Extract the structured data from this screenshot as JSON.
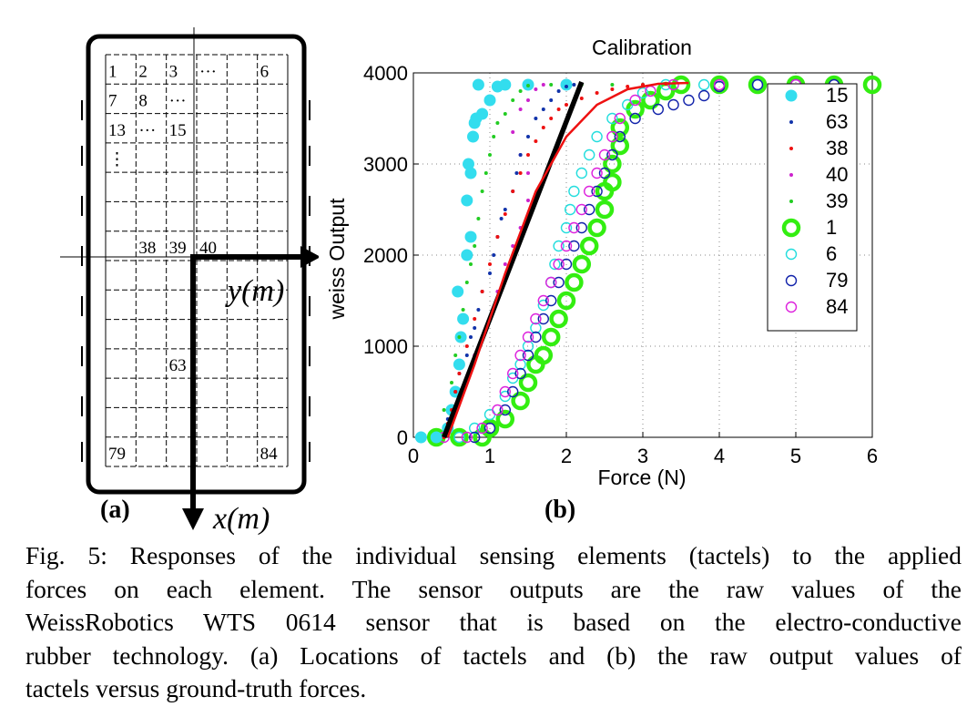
{
  "figure_a": {
    "panel_label": "(a)",
    "tactel_labels": [
      {
        "row": 0,
        "col": 0,
        "text": "1"
      },
      {
        "row": 0,
        "col": 1,
        "text": "2"
      },
      {
        "row": 0,
        "col": 2,
        "text": "3"
      },
      {
        "row": 0,
        "col": 3,
        "text": "···"
      },
      {
        "row": 0,
        "col": 5,
        "text": "6"
      },
      {
        "row": 1,
        "col": 0,
        "text": "7"
      },
      {
        "row": 1,
        "col": 1,
        "text": "8"
      },
      {
        "row": 1,
        "col": 2,
        "text": "···"
      },
      {
        "row": 2,
        "col": 0,
        "text": "13"
      },
      {
        "row": 2,
        "col": 1,
        "text": "···"
      },
      {
        "row": 2,
        "col": 2,
        "text": "15"
      },
      {
        "row": 3,
        "col": 0,
        "text": "⋮"
      },
      {
        "row": 6,
        "col": 1,
        "text": "38"
      },
      {
        "row": 6,
        "col": 2,
        "text": "39"
      },
      {
        "row": 6,
        "col": 3,
        "text": "40"
      },
      {
        "row": 10,
        "col": 2,
        "text": "63"
      },
      {
        "row": 13,
        "col": 0,
        "text": "79"
      },
      {
        "row": 13,
        "col": 5,
        "text": "84"
      }
    ],
    "y_axis_label": "y(m)",
    "x_axis_label": "x(m)"
  },
  "figure_b": {
    "panel_label": "(b)"
  },
  "chart_data": {
    "type": "scatter",
    "title": "Calibration",
    "xlabel": "Force (N)",
    "ylabel": "weiss Output",
    "xlim": [
      0,
      6
    ],
    "ylim": [
      0,
      4000
    ],
    "xticks": [
      0,
      1,
      2,
      3,
      4,
      5,
      6
    ],
    "yticks": [
      0,
      1000,
      2000,
      3000,
      4000
    ],
    "grid": "dotted",
    "legend_position": "top-right",
    "series": [
      {
        "name": "15",
        "color": "#33ddee",
        "marker": "filled-circle-large",
        "points": [
          [
            0.1,
            0
          ],
          [
            0.3,
            0
          ],
          [
            0.45,
            100
          ],
          [
            0.5,
            300
          ],
          [
            0.55,
            500
          ],
          [
            0.6,
            800
          ],
          [
            0.62,
            1100
          ],
          [
            0.65,
            1300
          ],
          [
            0.58,
            1600
          ],
          [
            0.7,
            2000
          ],
          [
            0.75,
            2200
          ],
          [
            0.7,
            2600
          ],
          [
            0.72,
            3000
          ],
          [
            0.75,
            2900
          ],
          [
            0.78,
            3300
          ],
          [
            0.8,
            3450
          ],
          [
            0.82,
            3500
          ],
          [
            0.9,
            3550
          ],
          [
            1.0,
            3700
          ],
          [
            1.1,
            3850
          ],
          [
            0.85,
            3870
          ],
          [
            1.2,
            3870
          ],
          [
            1.5,
            3870
          ],
          [
            2.0,
            3870
          ]
        ]
      },
      {
        "name": "63",
        "color": "#1133aa",
        "marker": "dot",
        "points": [
          [
            0.45,
            200
          ],
          [
            0.55,
            500
          ],
          [
            0.6,
            700
          ],
          [
            0.7,
            900
          ],
          [
            0.75,
            1100
          ],
          [
            0.8,
            1200
          ],
          [
            0.85,
            1400
          ],
          [
            0.9,
            1600
          ],
          [
            1.0,
            1800
          ],
          [
            1.05,
            2000
          ],
          [
            1.1,
            2200
          ],
          [
            1.15,
            2400
          ],
          [
            1.2,
            2500
          ],
          [
            1.3,
            2700
          ],
          [
            1.35,
            2900
          ],
          [
            1.4,
            3100
          ],
          [
            1.5,
            3300
          ],
          [
            1.6,
            3500
          ],
          [
            1.7,
            3600
          ],
          [
            1.8,
            3700
          ],
          [
            1.9,
            3800
          ],
          [
            2.0,
            3850
          ],
          [
            2.1,
            3870
          ]
        ]
      },
      {
        "name": "38",
        "color": "#ee1111",
        "marker": "dot",
        "points": [
          [
            0.4,
            0
          ],
          [
            0.45,
            150
          ],
          [
            0.5,
            300
          ],
          [
            0.55,
            500
          ],
          [
            0.6,
            700
          ],
          [
            0.7,
            1000
          ],
          [
            0.8,
            1300
          ],
          [
            0.9,
            1600
          ],
          [
            1.0,
            1900
          ],
          [
            1.1,
            2200
          ],
          [
            1.2,
            2450
          ],
          [
            1.3,
            2700
          ],
          [
            1.4,
            2900
          ],
          [
            1.5,
            3100
          ],
          [
            1.6,
            3250
          ],
          [
            1.7,
            3400
          ],
          [
            1.8,
            3500
          ],
          [
            1.9,
            3600
          ],
          [
            2.0,
            3650
          ],
          [
            2.2,
            3720
          ],
          [
            2.4,
            3780
          ],
          [
            2.6,
            3820
          ],
          [
            2.8,
            3850
          ],
          [
            3.0,
            3870
          ],
          [
            3.3,
            3880
          ]
        ]
      },
      {
        "name": "40",
        "color": "#cc22cc",
        "marker": "dot",
        "points": [
          [
            0.5,
            150
          ],
          [
            0.6,
            400
          ],
          [
            0.7,
            600
          ],
          [
            0.8,
            900
          ],
          [
            0.9,
            1100
          ],
          [
            1.0,
            1300
          ],
          [
            1.1,
            1600
          ],
          [
            1.2,
            1900
          ],
          [
            1.3,
            2100
          ],
          [
            1.4,
            2300
          ],
          [
            1.5,
            2600
          ],
          [
            1.5,
            2900
          ],
          [
            1.4,
            3100
          ],
          [
            1.3,
            3350
          ],
          [
            1.4,
            3600
          ],
          [
            1.5,
            3700
          ],
          [
            1.6,
            3820
          ],
          [
            1.7,
            3870
          ]
        ]
      },
      {
        "name": "39",
        "color": "#22cc22",
        "marker": "dot",
        "points": [
          [
            0.4,
            300
          ],
          [
            0.5,
            600
          ],
          [
            0.55,
            900
          ],
          [
            0.6,
            1100
          ],
          [
            0.65,
            1400
          ],
          [
            0.7,
            1700
          ],
          [
            0.75,
            1900
          ],
          [
            0.8,
            2100
          ],
          [
            0.85,
            2400
          ],
          [
            0.9,
            2700
          ],
          [
            0.95,
            2900
          ],
          [
            1.0,
            3100
          ],
          [
            1.05,
            3300
          ],
          [
            1.1,
            3450
          ],
          [
            1.2,
            3550
          ],
          [
            1.3,
            3700
          ],
          [
            1.4,
            3800
          ],
          [
            1.5,
            3860
          ],
          [
            1.8,
            3870
          ],
          [
            2.2,
            3870
          ],
          [
            2.6,
            3870
          ],
          [
            3.0,
            3870
          ]
        ]
      },
      {
        "name": "1",
        "color": "#33ee11",
        "marker": "ring-large",
        "points": [
          [
            0.3,
            0
          ],
          [
            0.6,
            0
          ],
          [
            0.9,
            0
          ],
          [
            1.0,
            100
          ],
          [
            1.2,
            200
          ],
          [
            1.4,
            400
          ],
          [
            1.5,
            600
          ],
          [
            1.6,
            800
          ],
          [
            1.7,
            900
          ],
          [
            1.8,
            1100
          ],
          [
            1.9,
            1300
          ],
          [
            2.0,
            1500
          ],
          [
            2.1,
            1700
          ],
          [
            2.2,
            1900
          ],
          [
            2.3,
            2100
          ],
          [
            2.4,
            2300
          ],
          [
            2.5,
            2500
          ],
          [
            2.5,
            2700
          ],
          [
            2.6,
            2800
          ],
          [
            2.6,
            3000
          ],
          [
            2.7,
            3200
          ],
          [
            2.7,
            3400
          ],
          [
            2.9,
            3600
          ],
          [
            3.1,
            3700
          ],
          [
            3.3,
            3800
          ],
          [
            3.5,
            3870
          ],
          [
            4.0,
            3870
          ],
          [
            4.5,
            3870
          ],
          [
            5.0,
            3870
          ],
          [
            5.5,
            3870
          ],
          [
            6.0,
            3870
          ]
        ]
      },
      {
        "name": "6",
        "color": "#22dddd",
        "marker": "ring",
        "points": [
          [
            0.6,
            0
          ],
          [
            0.8,
            100
          ],
          [
            1.0,
            250
          ],
          [
            1.2,
            450
          ],
          [
            1.3,
            650
          ],
          [
            1.4,
            800
          ],
          [
            1.5,
            1000
          ],
          [
            1.6,
            1200
          ],
          [
            1.7,
            1450
          ],
          [
            1.8,
            1700
          ],
          [
            1.85,
            1900
          ],
          [
            1.9,
            2100
          ],
          [
            2.0,
            2300
          ],
          [
            2.05,
            2500
          ],
          [
            2.1,
            2700
          ],
          [
            2.2,
            2900
          ],
          [
            2.3,
            3100
          ],
          [
            2.4,
            3300
          ],
          [
            2.6,
            3500
          ],
          [
            2.8,
            3650
          ],
          [
            3.0,
            3780
          ],
          [
            3.3,
            3870
          ],
          [
            3.8,
            3870
          ],
          [
            4.5,
            3870
          ]
        ]
      },
      {
        "name": "79",
        "color": "#1122aa",
        "marker": "ring",
        "points": [
          [
            0.8,
            0
          ],
          [
            1.0,
            100
          ],
          [
            1.2,
            300
          ],
          [
            1.3,
            500
          ],
          [
            1.4,
            700
          ],
          [
            1.5,
            900
          ],
          [
            1.6,
            1100
          ],
          [
            1.7,
            1300
          ],
          [
            1.8,
            1500
          ],
          [
            1.9,
            1700
          ],
          [
            2.0,
            1900
          ],
          [
            2.1,
            2100
          ],
          [
            2.2,
            2300
          ],
          [
            2.3,
            2500
          ],
          [
            2.4,
            2700
          ],
          [
            2.5,
            2900
          ],
          [
            2.6,
            3100
          ],
          [
            2.7,
            3300
          ],
          [
            2.9,
            3500
          ],
          [
            3.2,
            3600
          ],
          [
            3.4,
            3650
          ],
          [
            3.6,
            3700
          ],
          [
            3.8,
            3750
          ],
          [
            4.0,
            3850
          ],
          [
            4.5,
            3870
          ],
          [
            5.0,
            3870
          ],
          [
            5.5,
            3870
          ]
        ]
      },
      {
        "name": "84",
        "color": "#dd22dd",
        "marker": "ring",
        "points": [
          [
            0.1,
            0
          ],
          [
            0.4,
            0
          ],
          [
            0.7,
            0
          ],
          [
            0.9,
            100
          ],
          [
            1.1,
            300
          ],
          [
            1.2,
            500
          ],
          [
            1.3,
            700
          ],
          [
            1.4,
            900
          ],
          [
            1.5,
            1100
          ],
          [
            1.6,
            1300
          ],
          [
            1.7,
            1500
          ],
          [
            1.8,
            1700
          ],
          [
            1.9,
            1900
          ],
          [
            2.0,
            2100
          ],
          [
            2.1,
            2300
          ],
          [
            2.2,
            2500
          ],
          [
            2.3,
            2700
          ],
          [
            2.4,
            2900
          ],
          [
            2.5,
            3100
          ],
          [
            2.6,
            3300
          ],
          [
            2.7,
            3500
          ],
          [
            2.9,
            3700
          ],
          [
            3.1,
            3800
          ],
          [
            3.4,
            3870
          ],
          [
            4.0,
            3870
          ],
          [
            5.0,
            3870
          ]
        ]
      }
    ],
    "fit_lines": [
      {
        "color": "#000000",
        "points": [
          [
            0.4,
            0
          ],
          [
            2.2,
            3900
          ]
        ]
      },
      {
        "color": "#ee1111",
        "points": [
          [
            0.45,
            0
          ],
          [
            0.8,
            800
          ],
          [
            1.2,
            1800
          ],
          [
            1.6,
            2700
          ],
          [
            2.0,
            3300
          ],
          [
            2.4,
            3650
          ],
          [
            2.8,
            3820
          ],
          [
            3.2,
            3880
          ],
          [
            3.6,
            3890
          ]
        ]
      }
    ]
  },
  "caption": {
    "lines": [
      "Fig. 5: Responses of the individual sensing elements (tactels) to the applied",
      "forces on each element. The sensor outputs are the raw values of the",
      "WeissRobotics WTS 0614 sensor that is based on the electro-conductive",
      "rubber technology. (a) Locations of tactels and (b) the raw output values of",
      "tactels versus ground-truth forces."
    ]
  }
}
